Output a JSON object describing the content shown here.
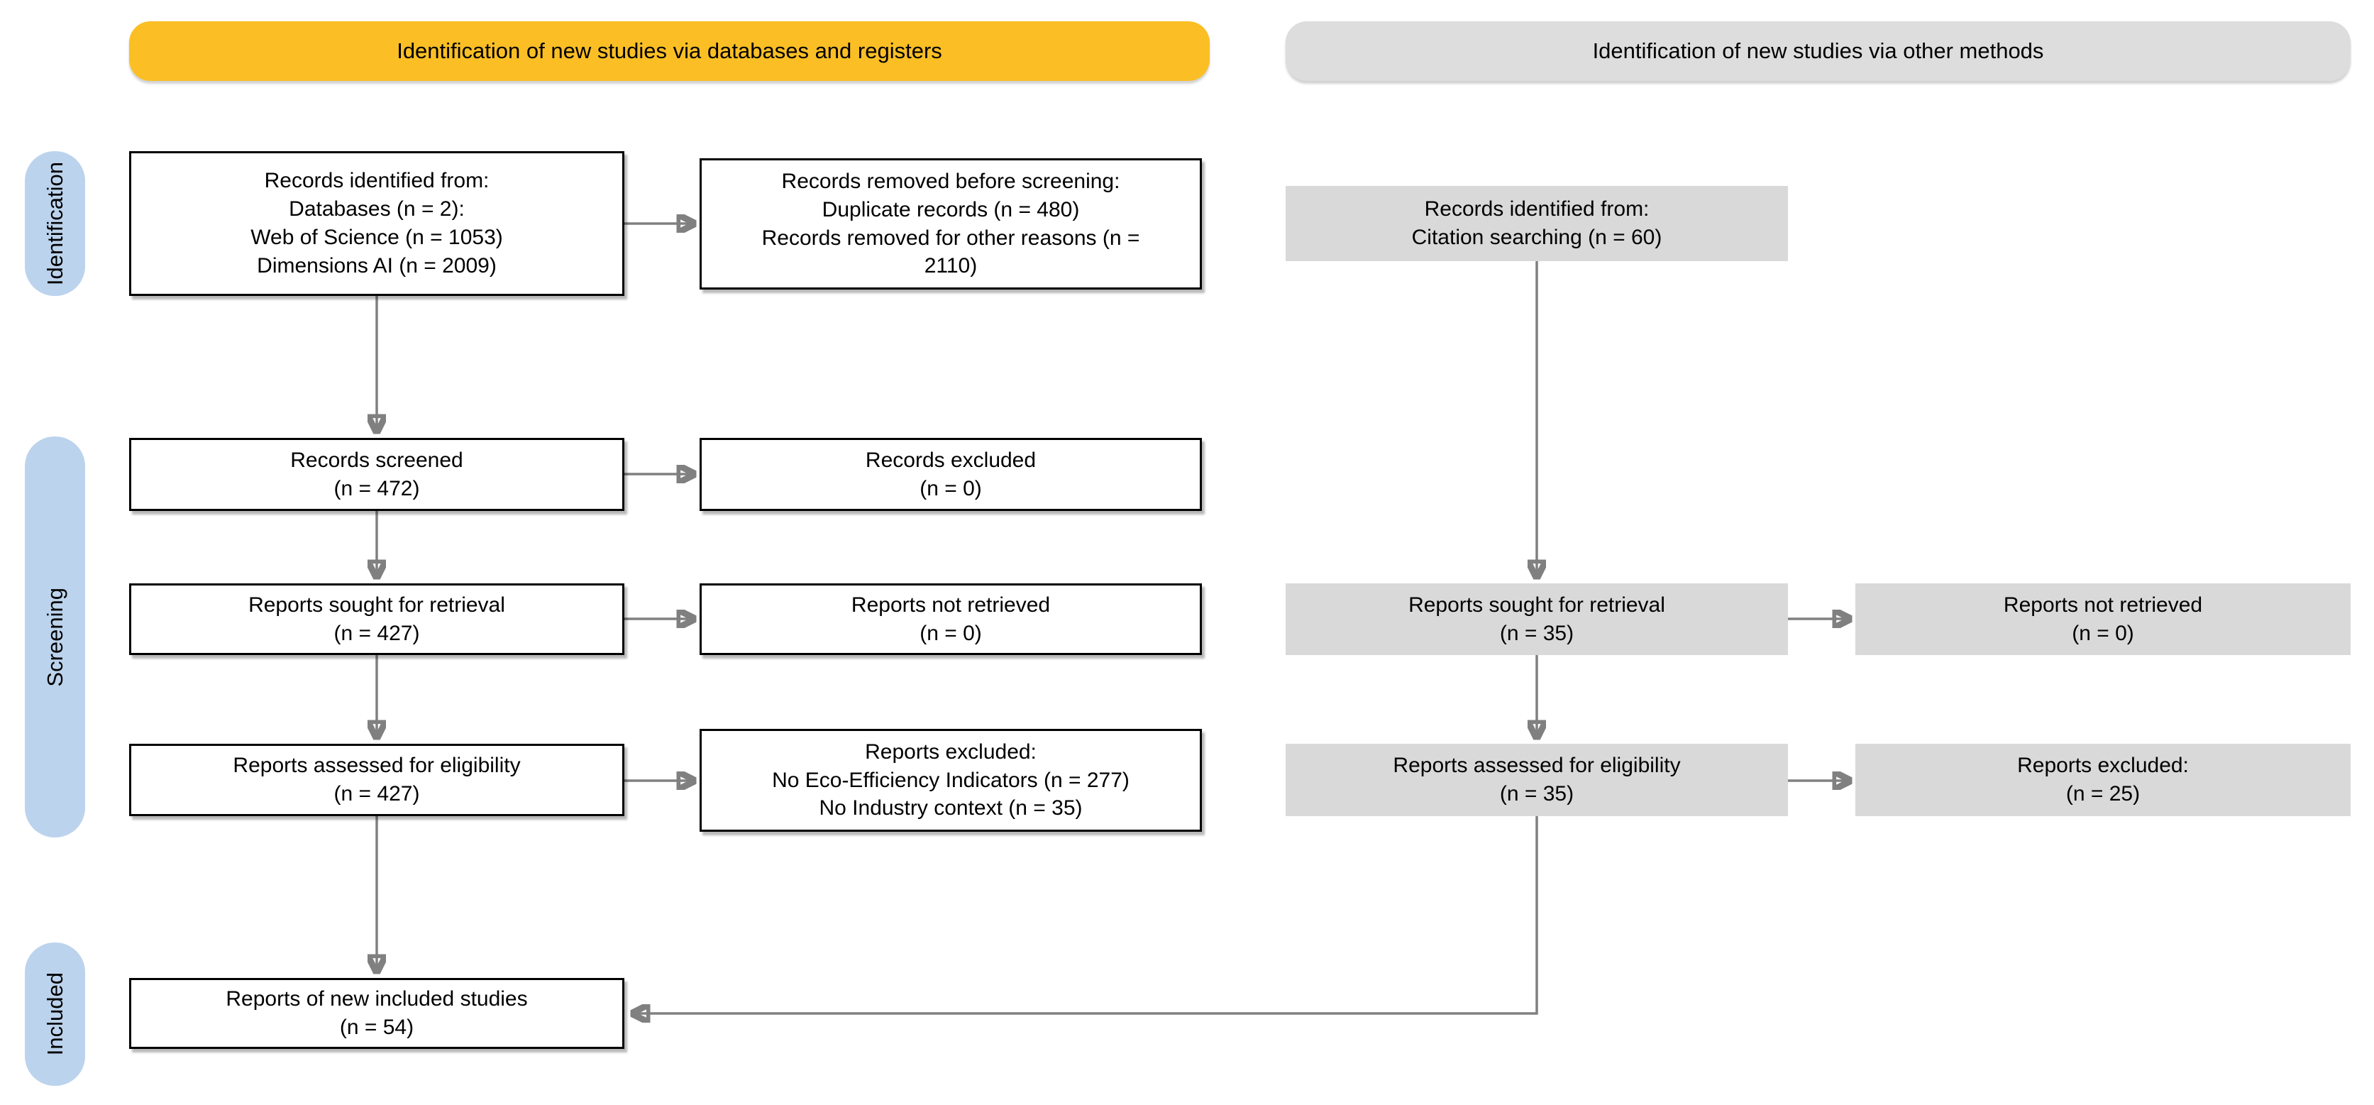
{
  "colors": {
    "banner_yellow": "#FBBF25",
    "banner_gray": "#DDDDDD",
    "box_gray": "#D9D9D9",
    "stage_blue": "#BCD3ED",
    "connector_line": "#808080",
    "arrowhead": "#111111",
    "box_border": "#000000",
    "text": "#000000",
    "background": "#FFFFFF"
  },
  "banners": {
    "databases": "Identification of new studies via databases and registers",
    "other_methods": "Identification of new studies via other methods"
  },
  "stages": {
    "identification": "Identification",
    "screening": "Screening",
    "included": "Included"
  },
  "boxes": {
    "db_identified": {
      "lines": [
        "Records identified from:",
        "Databases (n = 2):",
        "Web of Science (n = 1053)",
        "Dimensions AI (n = 2009)"
      ]
    },
    "removed_before_screening": {
      "lines": [
        "Records removed before screening:",
        "Duplicate records (n = 480)",
        "Records removed for other reasons (n =",
        "2110)"
      ]
    },
    "records_screened": {
      "lines": [
        "Records screened",
        "(n = 472)"
      ]
    },
    "records_excluded": {
      "lines": [
        "Records excluded",
        "(n = 0)"
      ]
    },
    "reports_sought_db": {
      "lines": [
        "Reports sought for retrieval",
        "(n = 427)"
      ]
    },
    "reports_not_retrieved_db": {
      "lines": [
        "Reports not retrieved",
        "(n = 0)"
      ]
    },
    "reports_assessed_db": {
      "lines": [
        "Reports assessed for eligibility",
        "(n = 427)"
      ]
    },
    "reports_excluded_db": {
      "lines": [
        "Reports excluded:",
        "No Eco-Efficiency Indicators (n = 277)",
        "No Industry context (n = 35)"
      ]
    },
    "citation_identified": {
      "lines": [
        "Records identified from:",
        "Citation searching (n = 60)"
      ]
    },
    "reports_sought_other": {
      "lines": [
        "Reports sought for retrieval",
        "(n = 35)"
      ]
    },
    "reports_not_retrieved_other": {
      "lines": [
        "Reports not retrieved",
        "(n = 0)"
      ]
    },
    "reports_assessed_other": {
      "lines": [
        "Reports assessed for eligibility",
        "(n = 35)"
      ]
    },
    "reports_excluded_other": {
      "lines": [
        "Reports excluded:",
        "(n = 25)"
      ]
    },
    "included_studies": {
      "lines": [
        "Reports of new included studies",
        "(n = 54)"
      ]
    }
  }
}
